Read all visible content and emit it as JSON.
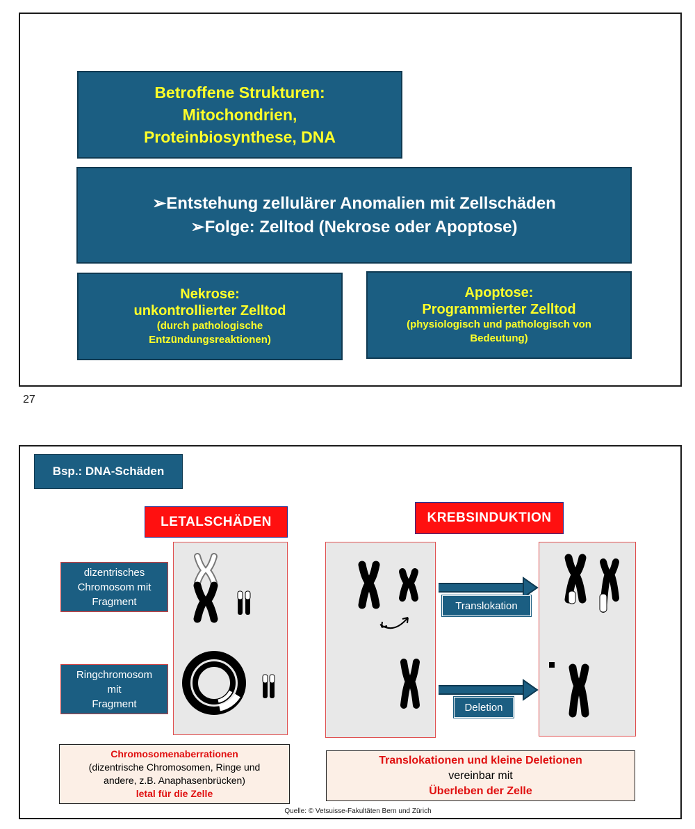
{
  "slide1": {
    "top_box": {
      "lines": [
        "Betroffene Strukturen:",
        "Mitochondrien,",
        "Proteinbiosynthese, DNA"
      ]
    },
    "middle_box": {
      "bullet_symbol": "➢",
      "bullets": [
        "Entstehung zellulärer Anomalien mit Zellschäden",
        "Folge: Zelltod (Nekrose oder Apoptose)"
      ]
    },
    "nekrose": {
      "title": "Nekrose:",
      "subtitle": "unkontrollierter Zelltod",
      "detail_1": "(durch pathologische",
      "detail_2": "Entzündungsreaktionen)"
    },
    "apoptose": {
      "title": "Apoptose:",
      "subtitle": "Programmierter Zelltod",
      "detail_1": "(physiologisch und pathologisch von",
      "detail_2": "Bedeutung)"
    },
    "page_number": "27"
  },
  "slide2": {
    "heading": "Bsp.: DNA-Schäden",
    "letal_label": "LETALSCHÄDEN",
    "krebs_label": "KREBSINDUKTION",
    "dicentric_label": [
      "dizentrisches",
      "Chromosom mit",
      "Fragment"
    ],
    "ring_label": [
      "Ringchromosom",
      "mit",
      "Fragment"
    ],
    "translokation_label": "Translokation",
    "deletion_label": "Deletion",
    "left_note": {
      "title": "Chromosomenaberrationen",
      "line_1": "(dizentrische Chromosomen, Ringe und",
      "line_2": "andere, z.B. Anaphasenbrücken)",
      "conclusion": "letal für die Zelle"
    },
    "right_note": {
      "title": "Translokationen und kleine Deletionen",
      "line_1": "vereinbar mit",
      "conclusion": "Überleben der Zelle"
    },
    "source": "Quelle: © Vetsuisse-Fakultäten Bern und Zürich",
    "colors": {
      "teal": "#1b5e82",
      "yellow": "#ffff29",
      "red": "#ff1010"
    }
  }
}
